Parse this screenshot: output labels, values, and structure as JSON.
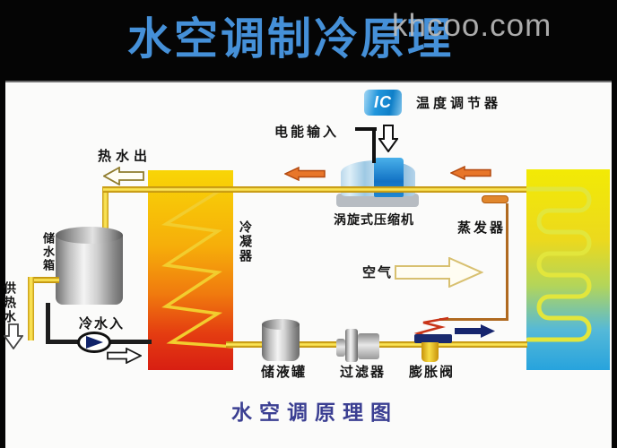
{
  "banner": {
    "title": "水空调制冷原理",
    "watermark": "khcoo.com"
  },
  "labels": {
    "ic": "IC",
    "temperature_controller": "温度调节器",
    "power_input": "电能输入",
    "hot_water_out": "热水出",
    "water_tank": "储水箱",
    "hot_water_supply": "供热水",
    "cold_water_in": "冷水入",
    "condenser": "冷凝器",
    "compressor": "涡旋式压缩机",
    "evaporator": "蒸发器",
    "air": "空气",
    "receiver_tank": "储液罐",
    "filter": "过滤器",
    "expansion_valve": "膨胀阀",
    "caption": "水空调原理图"
  },
  "colors": {
    "title_blue": "#4590d8",
    "watermark_gray": "#bdbdbd",
    "pipe_yellow": "#fae354",
    "pipe_edge": "#c5970f",
    "condenser_top": "#f8d506",
    "condenser_bottom": "#d81f12",
    "evaporator_top": "#f2ea05",
    "evaporator_bottom": "#27a3dd",
    "orange_arrow": "#e8762a",
    "navy_arrow": "#16256e",
    "compressor_blue": "#1272c4",
    "valve_navy": "#1a2a6e",
    "caption_navy": "#3b3f92"
  }
}
